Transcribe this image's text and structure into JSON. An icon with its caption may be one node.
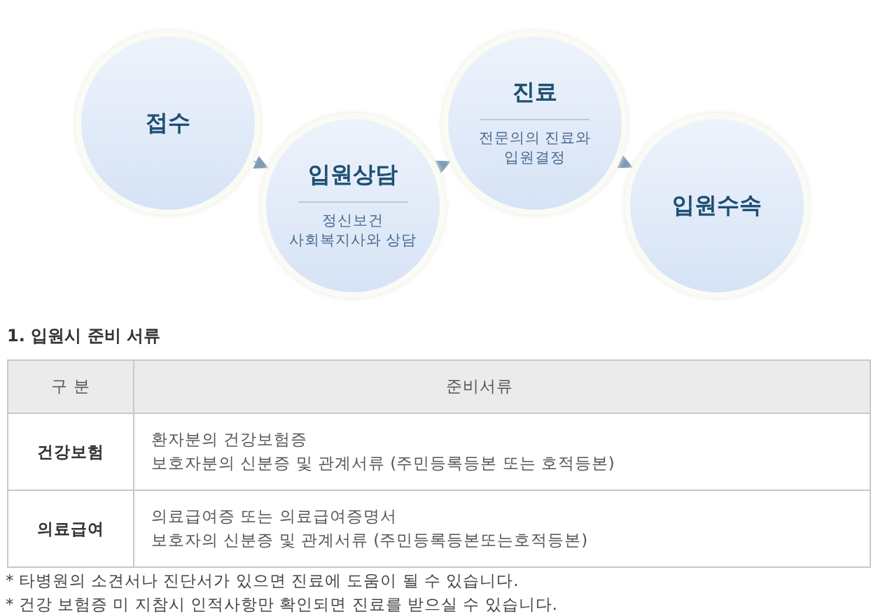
{
  "diagram": {
    "nodes": [
      {
        "text": [
          "접수"
        ]
      },
      {
        "text": [
          "입원상담",
          "정신보건 사회복지사와 상담"
        ]
      },
      {
        "text": [
          "진료",
          "전문의의 진료와 입원결정"
        ]
      },
      {
        "text": [
          "입원수속"
        ]
      }
    ],
    "edges": [
      {
        "from": 0,
        "to": 1,
        "arrow": "to"
      },
      {
        "from": 1,
        "to": 2,
        "arrow": "to"
      },
      {
        "from": 2,
        "to": 3,
        "arrow": "to"
      }
    ],
    "labels": [
      "1. 입원시 준비 서류",
      "구 분",
      "준비서류",
      "건강보험",
      "환자분의 건강보험증",
      "보호자분의 신분증 및 관계서류 (주민등록등본 또는 호적등본)",
      "의료급여",
      "의료급여증 또는 의료급여증명서",
      "보호자의 신분증 및 관계서류 (주민등록등본또는호적등본)",
      "* 타병원의 소견서나 진단서가 있으면 진료에 도움이 될 수 있습니다.",
      "* 건강 보험증 미 지참시 인적사항만 확인되면 진료를 받으실 수 있습니다."
    ]
  }
}
